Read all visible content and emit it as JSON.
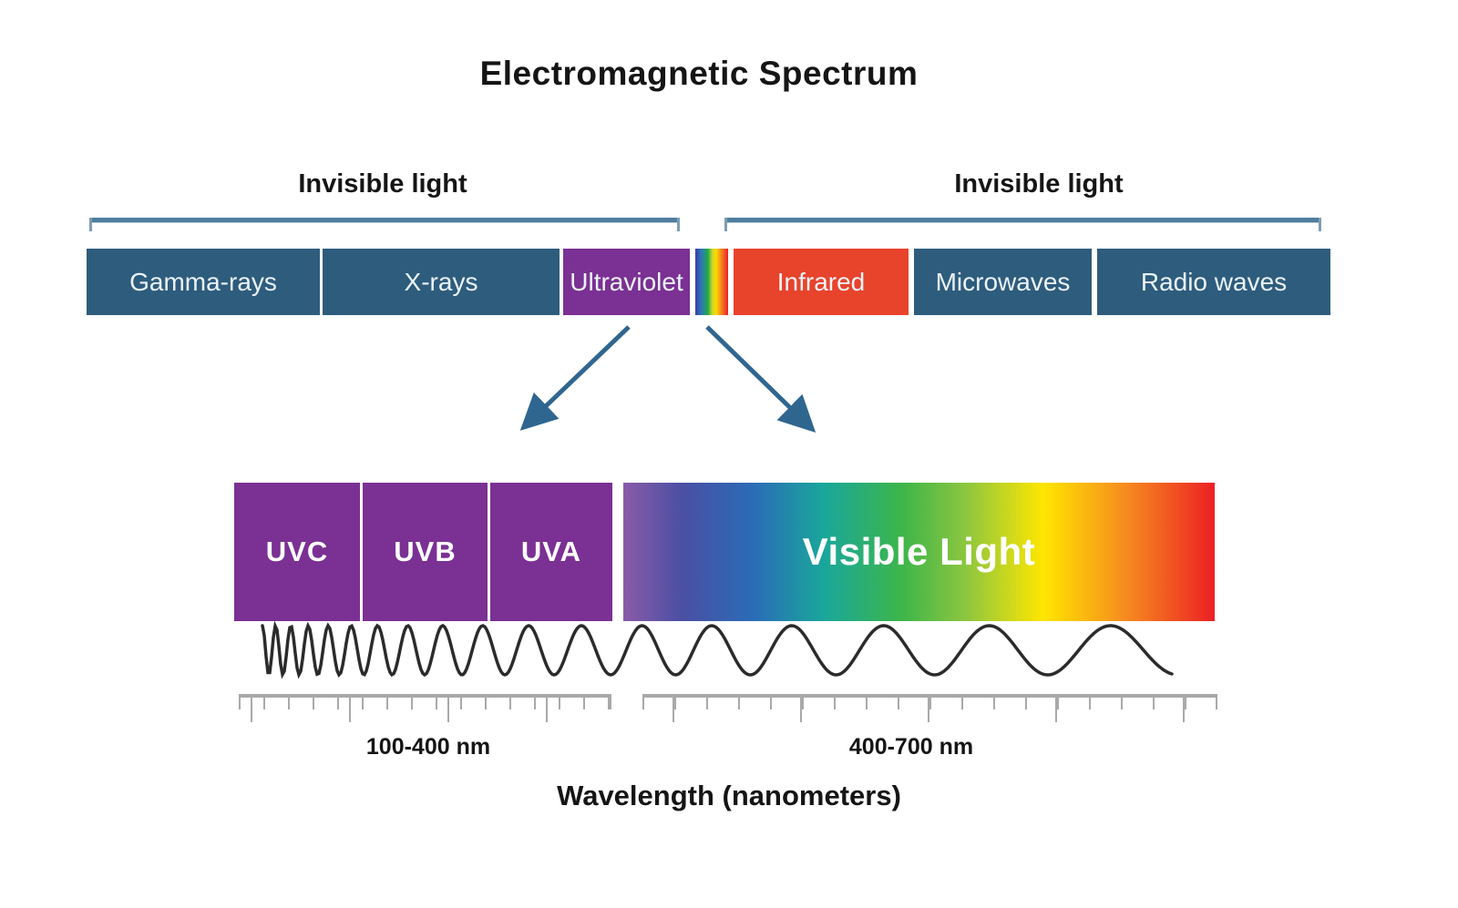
{
  "title": "Electromagnetic Spectrum",
  "top_bar": {
    "invisible_left": "Invisible light",
    "invisible_right": "Invisible light",
    "gamma": "Gamma-rays",
    "xrays": "X-rays",
    "ultraviolet": "Ultraviolet",
    "infrared": "Infrared",
    "microwaves": "Microwaves",
    "radio": "Radio waves"
  },
  "uv_detail": {
    "uvc": "UVC",
    "uvb": "UVB",
    "uva": "UVA",
    "visible": "Visible Light",
    "uv_range": "100-400 nm",
    "visible_range": "400-700 nm"
  },
  "axis": {
    "label": "Wavelength (nanometers)"
  },
  "colors": {
    "band_blue": "#2E5C7D",
    "band_purple": "#7B3093",
    "band_infrared": "#E8432B",
    "arrow_blue": "#2F6690",
    "bracket_blue": "#4F7D9E",
    "ruler_gray": "#A9A9A9",
    "wave_black": "#2B2B2B",
    "text_dark": "#151515",
    "label_white": "#EAF3F9"
  }
}
